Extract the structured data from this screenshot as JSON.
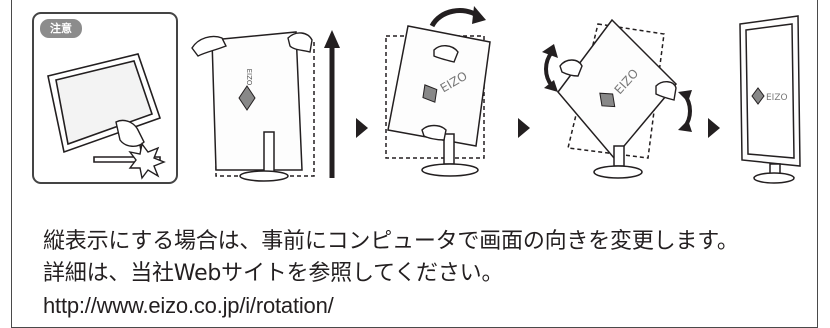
{
  "caution_label": "注意",
  "brand_logo": "EIZO",
  "icons": [
    "caution-collision-icon",
    "lift-monitor-icon",
    "arrow-right-icon",
    "tilt-monitor-icon",
    "rotate-monitor-icon",
    "portrait-monitor-icon",
    "up-arrow-icon"
  ],
  "instructions": {
    "line1": "縦表示にする場合は、事前にコンピュータで画面の向きを変更します。",
    "line2": "詳細は、当社Webサイトを参照してください。",
    "url": "http://www.eizo.co.jp/i/rotation/"
  }
}
